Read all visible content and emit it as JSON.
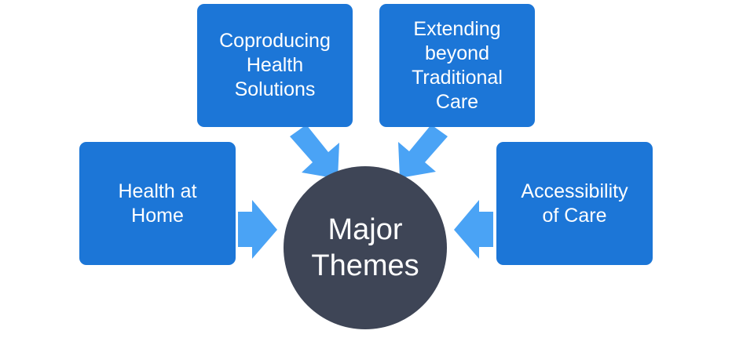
{
  "diagram": {
    "colors": {
      "box_fill": "#1c76d7",
      "arrow_fill": "#4aa3f5",
      "center_fill": "#3e4556",
      "text": "#ffffff"
    },
    "center": {
      "label": "Major\nThemes"
    },
    "themes": [
      {
        "id": "coproducing",
        "label": "Coproducing\nHealth\nSolutions"
      },
      {
        "id": "extending",
        "label": "Extending\nbeyond\nTraditional\nCare"
      },
      {
        "id": "home",
        "label": "Health at\nHome"
      },
      {
        "id": "access",
        "label": "Accessibility\nof Care"
      }
    ]
  }
}
